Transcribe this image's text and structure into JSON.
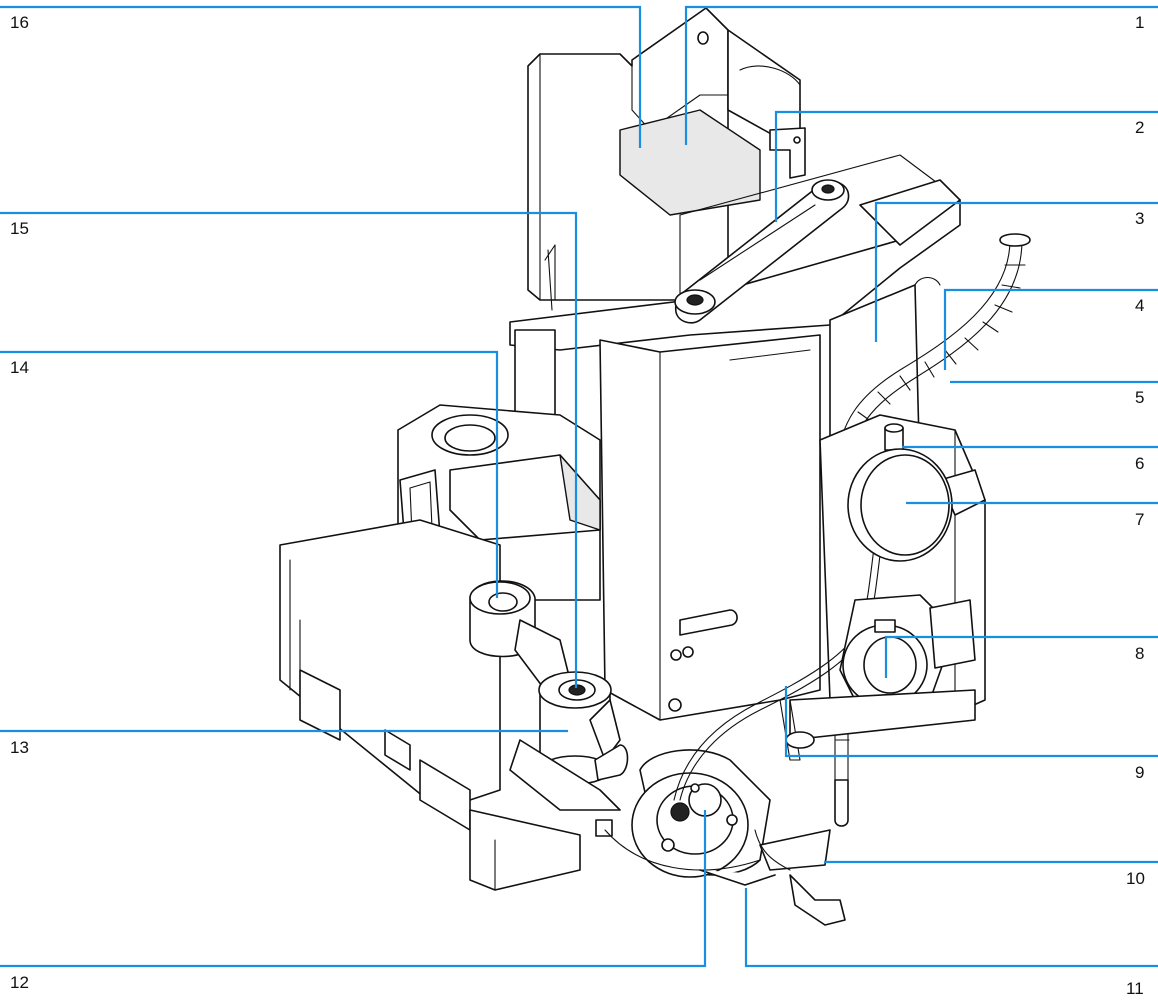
{
  "callouts": [
    {
      "id": "16",
      "label": "16"
    },
    {
      "id": "1",
      "label": "1"
    },
    {
      "id": "2",
      "label": "2"
    },
    {
      "id": "15",
      "label": "15"
    },
    {
      "id": "3",
      "label": "3"
    },
    {
      "id": "4",
      "label": "4"
    },
    {
      "id": "14",
      "label": "14"
    },
    {
      "id": "5",
      "label": "5"
    },
    {
      "id": "6",
      "label": "6"
    },
    {
      "id": "7",
      "label": "7"
    },
    {
      "id": "8",
      "label": "8"
    },
    {
      "id": "13",
      "label": "13"
    },
    {
      "id": "9",
      "label": "9"
    },
    {
      "id": "10",
      "label": "10"
    },
    {
      "id": "12",
      "label": "12"
    },
    {
      "id": "11",
      "label": "11"
    }
  ],
  "colors": {
    "leader": "#1a8ee0",
    "ink": "#111111",
    "background": "#ffffff"
  }
}
